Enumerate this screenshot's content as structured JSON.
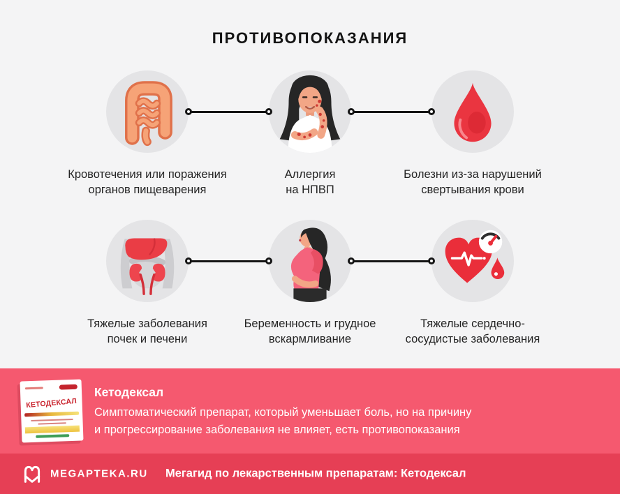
{
  "page": {
    "title": "ПРОТИВОПОКАЗАНИЯ"
  },
  "contraindications": [
    {
      "icon": "intestines-icon",
      "line1": "Кровотечения или поражения",
      "line2": "органов пищеварения"
    },
    {
      "icon": "allergy-woman-icon",
      "line1": "Аллергия",
      "line2": "на НПВП"
    },
    {
      "icon": "blood-drop-icon",
      "line1": "Болезни из-за нарушений",
      "line2": "свертывания крови"
    },
    {
      "icon": "liver-kidneys-icon",
      "line1": "Тяжелые заболевания",
      "line2": "почек и печени"
    },
    {
      "icon": "pregnant-woman-icon",
      "line1": "Беременность и грудное",
      "line2": "вскармливание"
    },
    {
      "icon": "heart-gauge-icon",
      "line1": "Тяжелые сердечно-",
      "line2": "сосудистые заболевания"
    }
  ],
  "banner": {
    "product_name": "Кетодексал",
    "description_line1": "Симптоматический препарат, который уменьшает боль, но на причину",
    "description_line2": "и прогрессирование заболевания не влияет, есть противопоказания",
    "package_brand": "КЕТОДЕКСАЛ"
  },
  "footer": {
    "brand": "MEGAPTEKA.RU",
    "caption": "Мегагид по лекарственным препаратам: Кетодексал"
  },
  "colors": {
    "background": "#f4f4f5",
    "circle_gray": "#e4e4e6",
    "banner_pink": "#f5596f",
    "footer_red": "#e63f55",
    "accent_red": "#ea2e3a",
    "intestine_orange": "#f6a377",
    "text_dark": "#242424",
    "white": "#ffffff"
  }
}
